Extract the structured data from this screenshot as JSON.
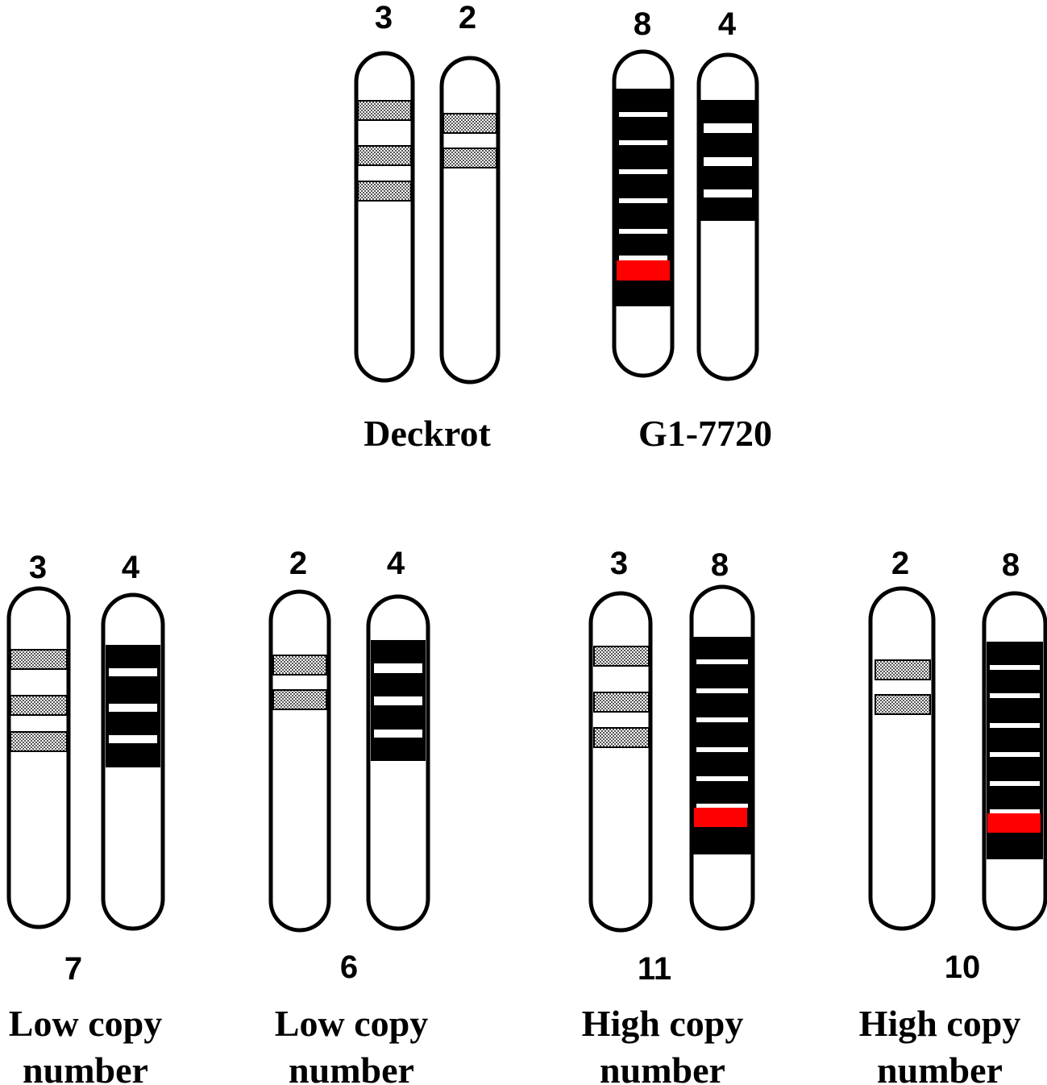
{
  "colors": {
    "outline": "#000000",
    "band_black": "#000000",
    "band_red": "#ff0000",
    "band_hatched": "#bbbbbb",
    "stripe_white": "#ffffff"
  },
  "chromosomes": {
    "c1": {
      "label": "3",
      "style": "hatched",
      "bands": 3
    },
    "c2": {
      "label": "2",
      "style": "hatched",
      "bands": 2
    },
    "c3": {
      "label": "8",
      "style": "black",
      "stripes": 6,
      "red": true
    },
    "c4": {
      "label": "4",
      "style": "black",
      "stripes": 3,
      "red": false
    },
    "c5": {
      "label": "3",
      "style": "hatched",
      "bands": 3
    },
    "c6": {
      "label": "4",
      "style": "black",
      "stripes": 3,
      "red": false
    },
    "c7": {
      "label": "2",
      "style": "hatched",
      "bands": 2
    },
    "c8": {
      "label": "4",
      "style": "black",
      "stripes": 3,
      "red": false
    },
    "c9": {
      "label": "3",
      "style": "hatched",
      "bands": 3
    },
    "c10": {
      "label": "8",
      "style": "black",
      "stripes": 6,
      "red": true
    },
    "c11": {
      "label": "2",
      "style": "hatched",
      "bands": 2
    },
    "c12": {
      "label": "8",
      "style": "black",
      "stripes": 6,
      "red": true
    }
  },
  "groups": {
    "parent1": {
      "name": "Deckrot"
    },
    "parent2": {
      "name": "G1-7720"
    },
    "g1": {
      "count": "7",
      "line1": "Low copy",
      "line2": "number"
    },
    "g2": {
      "count": "6",
      "line1": "Low copy",
      "line2": "number"
    },
    "g3": {
      "count": "11",
      "line1": "High copy",
      "line2": "number"
    },
    "g4": {
      "count": "10",
      "line1": "High copy",
      "line2": "number"
    }
  }
}
